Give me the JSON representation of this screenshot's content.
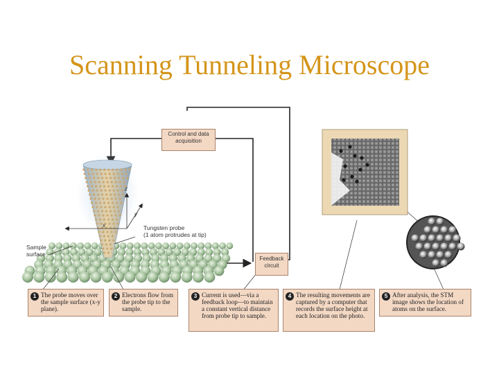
{
  "title": "Scanning Tunneling Microscope",
  "boxes": {
    "control": "Control and data acquisition",
    "feedback": "Feedback circuit"
  },
  "labels": {
    "sample_surface": "Sample surface",
    "tungsten_probe": "Tungsten probe",
    "tungsten_note": "(1 atom protrudes at tip)",
    "axis_x": "x",
    "axis_y": "y",
    "axis_z": "z"
  },
  "steps": [
    {
      "num": "1",
      "text": "The probe moves over the sample surface (x-y plane)."
    },
    {
      "num": "2",
      "text": "Electrons flow from the probe tip to the sample."
    },
    {
      "num": "3",
      "text": "Current is used—via a feedback loop—to maintain a constant vertical distance from probe tip to sample."
    },
    {
      "num": "4",
      "text": "The resulting movements are captured by a computer that records the surface height at each location on the photo."
    },
    {
      "num": "5",
      "text": "After analysis, the STM image shows the location of atoms on the surface."
    }
  ],
  "colors": {
    "title": "#d4951a",
    "box_fill": "#f3d8c4",
    "box_border": "#a9836a",
    "atom": "#a8c4a0",
    "photo_frame": "#ecd9b4"
  }
}
